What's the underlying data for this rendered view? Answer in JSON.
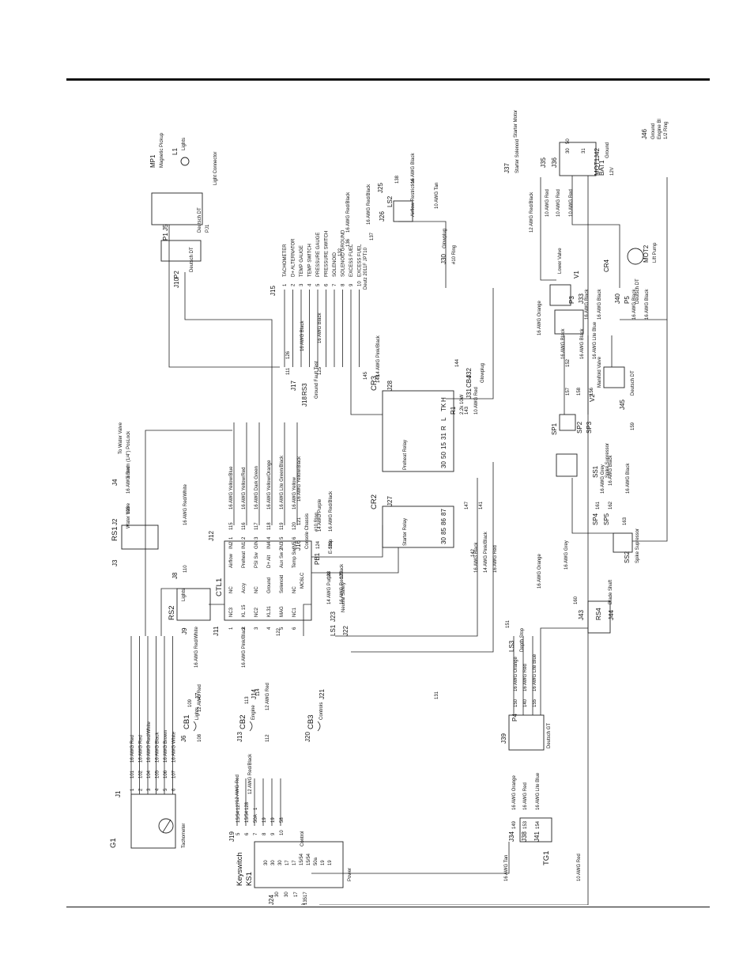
{
  "components": {
    "g1": "G1",
    "tachometer": "Tachometer",
    "j1": "J1",
    "ks1": "KS1",
    "keyswitch": "Keyswitch",
    "j19": "J19",
    "j24": "J24",
    "power": "Power",
    "control": "Control",
    "tg1": "TG1",
    "j34": "J34",
    "j38": "J38",
    "j41": "J41",
    "j39": "J39",
    "p4": "P4",
    "deutsch_gt": "Deutsch GT",
    "cb1": "CB1",
    "cb1_lights": "Lights",
    "j6": "J6",
    "j7": "J7",
    "cb2": "CB2",
    "cb2_engine": "Engine",
    "j13": "J13",
    "j14": "J14",
    "cb3": "CB3",
    "cb3_controls": "Controls",
    "j20": "J20",
    "j21": "J21",
    "rs2": "RS2",
    "rs2_lights": "Lights",
    "j8": "J8",
    "j9": "J9",
    "rs1": "RS1",
    "j2": "J2",
    "j3": "J3",
    "water_valve": "Water Valve",
    "j4": "J4",
    "to_water_valve": "To Water Valve",
    "pos_lock": "6.3mm (1/4\") PosLock",
    "ctl1": "CTL1",
    "ctl1_model": "MC6LC",
    "j11": "J11",
    "j12": "J12",
    "ls1": "LS1",
    "j22": "J22",
    "j23": "J23",
    "neutral_safety": "Neutral Safety",
    "pb1": "PB1",
    "estop": "E-Stop",
    "j16": "J16",
    "console_chassis": "Console Chassis",
    "ring10_a": "#10 Ring",
    "j18": "J18",
    "rs3": "RS3",
    "j17": "J17",
    "ground_fault": "Ground Fault Test",
    "cr2": "CR2",
    "starter_relay": "Starter Relay",
    "j27": "J27",
    "cr3": "CR3",
    "preheat_relay": "Preheat Relay",
    "j28": "J28",
    "r1": "R1",
    "r1_value": "2.2k 10W",
    "j31": "J31",
    "cb4": "CB4",
    "j32": "J32",
    "cb4_glowplug": "Glowplug",
    "j30": "J30",
    "glowplug": "Glowplug",
    "ring10_b": "#10 Ring",
    "j26": "J26",
    "ls2": "LS2",
    "j25": "J25",
    "airflow_restriction": "Airflow Restriction",
    "j15": "J15",
    "deutz": "Deutz 2011F JPT10",
    "j10": "J10",
    "p2": "P2",
    "deutsch_dt_a": "Deutsch DT",
    "p1": "P1",
    "j5": "J5",
    "deutsch_dt_b": "Deutsch DT",
    "pj1": "PJ1",
    "light_connector": "Light Connector",
    "mp1": "MP1",
    "magnetic_pickup": "Magnetic Pickup",
    "l1": "L1",
    "lights": "Lights",
    "j37": "J37",
    "starter_solenoid": "Starter Solenoid",
    "j35": "J35",
    "j36": "J36",
    "mot1": "MOT1",
    "j42": "J42",
    "ground_a": "Ground",
    "starter_motor": "Starter Motor",
    "j46": "J46",
    "ground_b": "Ground",
    "engine_bl": "Engine Bl",
    "ring12": "1/2 Ring",
    "bat1": "BAT1",
    "bat1_v": "12V",
    "cr4": "CR4",
    "mot2": "MOT2",
    "lift_pump": "Lift Pump",
    "v1": "V1",
    "lower_valve": "Lower Valve",
    "p3": "P3",
    "j33": "J33",
    "j40": "J40",
    "p5": "P5",
    "deutsch_dt_c": "Deutsch DT",
    "v2": "V2",
    "manifold_valve": "Manifold Valve",
    "j45": "J45",
    "deutsch_dt_d": "Deutsch DT",
    "sp1": "SP1",
    "sp2": "SP2",
    "sp3": "SP3",
    "ss1": "SS1",
    "spike1": "Spike Supressor",
    "sp4": "SP4",
    "sp5": "SP5",
    "ss2": "SS2",
    "spike2": "Spike Supressor",
    "ls3": "LS3",
    "depth_stop": "Depth Stop",
    "j43": "J43",
    "rs4": "RS4",
    "j44": "J44",
    "blade_shaft": "Blade Shaft"
  },
  "ctl1_left_pins": [
    {
      "pin": "1",
      "sig": "NC3"
    },
    {
      "pin": "2",
      "sig": "KL 15"
    },
    {
      "pin": "3",
      "sig": "NC2"
    },
    {
      "pin": "4",
      "sig": "KL31"
    },
    {
      "pin": "5",
      "sig": "MAG"
    },
    {
      "pin": "6",
      "sig": "NC1"
    }
  ],
  "ctl1_mid_labels": [
    {
      "a": "NC",
      "b": "Airflow"
    },
    {
      "a": "Accy",
      "b": "Preheat"
    },
    {
      "a": "NC",
      "b": "PSI Sw"
    },
    {
      "a": "Ground",
      "b": "D+ Alt"
    },
    {
      "a": "Solenoid",
      "b": "Aux Sw 2"
    },
    {
      "a": "NC",
      "b": "Temp Sw"
    }
  ],
  "ctl1_right_pins": [
    {
      "sig": "IN2",
      "pin": "1"
    },
    {
      "sig": "IN1",
      "pin": "2"
    },
    {
      "sig": "GIN",
      "pin": "3"
    },
    {
      "sig": "IN4",
      "pin": "4"
    },
    {
      "sig": "IN3",
      "pin": "5"
    },
    {
      "sig": "IN5",
      "pin": "6"
    }
  ],
  "j15_pins": [
    {
      "n": "1",
      "label": "TACHOMETER"
    },
    {
      "n": "2",
      "label": "D+ ALTERNATOR"
    },
    {
      "n": "3",
      "label": "TEMP GAUGE"
    },
    {
      "n": "4",
      "label": "TEMP SWITCH"
    },
    {
      "n": "5",
      "label": "PRESSURE GAUGE"
    },
    {
      "n": "6",
      "label": "PRESSURE SWITCH"
    },
    {
      "n": "7",
      "label": "SOLENOID"
    },
    {
      "n": "8",
      "label": "SOLENOID GROUND"
    },
    {
      "n": "9",
      "label": "EXCESS FUEL"
    },
    {
      "n": "10",
      "label": "EXCESS FUEL"
    }
  ],
  "cr2_pins": [
    "30",
    "85",
    "86",
    "87"
  ],
  "cr3_pins": [
    "30",
    "50",
    "15",
    "31",
    "R",
    "L",
    "TK",
    "H"
  ],
  "keyswitch_pins": [
    "30",
    "30",
    "30",
    "17",
    "17",
    "15/54",
    "15/54",
    "50a",
    "19",
    "19"
  ],
  "j19_rows": [
    {
      "pin": "5",
      "circuit": "15/54",
      "wire": "127"
    },
    {
      "pin": "6",
      "circuit": "15/54",
      "wire": "128"
    },
    {
      "pin": "7",
      "circuit": "50A",
      "wire": "1"
    },
    {
      "pin": "8",
      "circuit": "19",
      "wire": ""
    },
    {
      "pin": "9",
      "circuit": "19",
      "wire": ""
    },
    {
      "pin": "10",
      "circuit": "58",
      "wire": ""
    }
  ],
  "j1_rows": [
    {
      "pin": "1",
      "num": "101",
      "wire": "16 AWG Red"
    },
    {
      "pin": "2",
      "num": "102",
      "wire": "16 AWG Red"
    },
    {
      "pin": "3",
      "num": "104",
      "wire": "16 AWG Red/White"
    },
    {
      "pin": "4",
      "num": "105",
      "wire": "16 AWG Black"
    },
    {
      "pin": "5",
      "num": "106",
      "wire": "16 AWG Brown"
    },
    {
      "pin": "6",
      "num": "107",
      "wire": "16 AWG White"
    }
  ],
  "j12_rows": [
    {
      "num": "115",
      "wire": "16 AWG Yellow/Blue"
    },
    {
      "num": "116",
      "wire": "16 AWG Yellow/Red"
    },
    {
      "num": "117",
      "wire": "16 AWG Dark Green"
    },
    {
      "num": "118",
      "wire": "16 AWG Yellow/Orange"
    },
    {
      "num": "119",
      "wire": "16 AWG Lite Green/Black"
    },
    {
      "num": "120",
      "wire": "16 AWG Yellow"
    }
  ],
  "wire_labels": {
    "w103": "103",
    "w103_wire": "16 AWG Red",
    "w110": "110",
    "w110_wire": "16 AWG Red/White",
    "w109": "109",
    "w109_wire": "16 AWG Red/White",
    "w108": "108",
    "w108_wire": "12 AWG Red",
    "w113": "113",
    "w113_wire": "16 AWG Pink/Black",
    "w114": "114",
    "w112": "112",
    "w112_wire": "12 AWG Red",
    "w122": "122",
    "w127_wire": "12 AWG Red",
    "w128_wire": "12 AWG Red/Black",
    "w121": "121",
    "w121_wire": "16 AWG Yellow/Black",
    "w123": "123",
    "w123_wire": "14 AWG Purple",
    "w124": "124",
    "w124_wire": "14 AWG Purple",
    "w129": "129",
    "w129_wire": "16 AWG Red/Black",
    "w130": "130",
    "w130_wire": "16 AWG Red/Black",
    "w131": "131",
    "w133": "133",
    "w133_wire": "16 AWG Tan",
    "w135": "135",
    "w_bat_red": "10 AWG Red",
    "w_cr_black": "16 AWG Black",
    "w_cr_pink": "14 AWG Pink/Black",
    "w_cr_red": "16 AWG Red",
    "w147": "147",
    "w141": "141",
    "w142": "142",
    "w143": "143",
    "w143_wire": "10 AWG Red",
    "w144": "144",
    "w145": "145",
    "w148": "148",
    "w148_wire": "14 AWG Pink/Black",
    "w126": "126",
    "w126_wire": "16 AWG Black",
    "w111": "111",
    "w125": "125",
    "w125_wire": "16 AWG Black",
    "w132": "132",
    "w136": "136",
    "w136_wire": "16 AWG Red/Black",
    "w137": "137",
    "w137_wire": "16 AWG Red/Black",
    "w138": "138",
    "w138_wire": "16 AWG Black",
    "w134_wire": "10 AWG Tan",
    "w139_wire": "12 AWG Red/Black",
    "w10red_1": "10 AWG Red",
    "w10red_2": "10 AWG Red",
    "w10red_3": "10 AWG Red",
    "w149": "149",
    "w149_wire": "16 AWG Orange",
    "w153": "153",
    "w153_wire": "16 AWG Red",
    "w154": "154",
    "w154_wire": "16 AWG Lite Blue",
    "w140": "140",
    "w140_wire": "16 AWG Red",
    "w150": "150",
    "w150_wire": "16 AWG Orange",
    "w155": "155",
    "w155_wire": "16 AWG Lite Blue",
    "w151": "151",
    "w151_wire": "16 AWG Orange",
    "w160": "160",
    "w160_wire": "16 AWG Grey",
    "w161": "161",
    "w162": "162",
    "w163": "163",
    "w161_wire": "16 AWG Grey",
    "w162_wire": "16 AWG Black",
    "w_sp_black": "16 AWG Black",
    "w152": "152",
    "w152_wire": "16 AWG Orange",
    "w157": "157",
    "w157_wire": "16 AWG Black",
    "w158": "158",
    "w158_wire": "16 AWG Black",
    "w156": "156",
    "w156_wire": "16 AWG Lite Blue",
    "w159": "159",
    "w_v_black1": "16 AWG Black",
    "w_v_black2": "16 AWG Black",
    "w_v_black3": "16 AWG Black",
    "w_v_black4": "16 AWG Black",
    "w_30": "30",
    "w_50": "50",
    "w_31": "31",
    "ks_30": "30",
    "ks_30b": "30",
    "ks_17": "17",
    "ks_17b": "17"
  }
}
